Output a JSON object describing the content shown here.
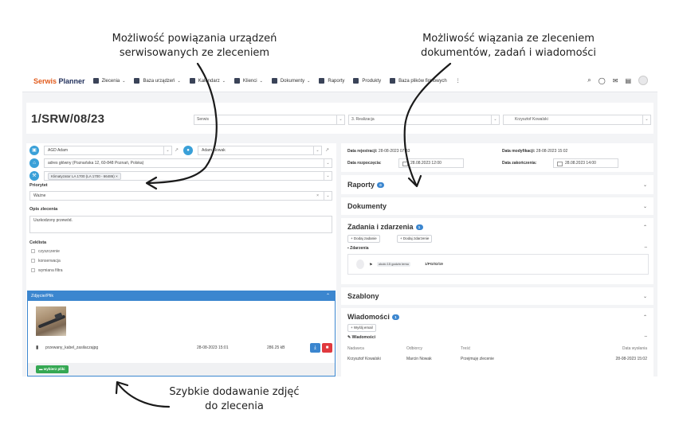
{
  "callouts": {
    "left": "Możliwość powiązania urządzeń serwisowanych ze zleceniem",
    "right": "Możliwość wiązania ze zleceniem dokumentów, zadań i wiadomości",
    "bottom": "Szybkie dodawanie zdjęć do zlecenia"
  },
  "nav": {
    "logo_part1": "Serwis",
    "logo_part2": "Planner",
    "items": [
      {
        "label": "Zlecenia",
        "chevron": "⌄"
      },
      {
        "label": "Baza urządzeń",
        "chevron": "⌄"
      },
      {
        "label": "Kalendarz",
        "chevron": "⌄"
      },
      {
        "label": "Klienci",
        "chevron": "⌄"
      },
      {
        "label": "Dokumenty",
        "chevron": "⌄"
      },
      {
        "label": "Raporty",
        "chevron": ""
      },
      {
        "label": "Produkty",
        "chevron": ""
      },
      {
        "label": "Baza plików firmowych",
        "chevron": ""
      }
    ],
    "more_icon": "⋮",
    "search_icon": "⌕",
    "chat_icon": "◯",
    "mail_icon": "✉",
    "doc_icon": "▤"
  },
  "header": {
    "order_number": "1/SRW/08/23",
    "type_select": "Serwis",
    "status_select": "3. Realizacja",
    "assignee_select": "Krzysztof Kowalski"
  },
  "left": {
    "client": "AGD Adam",
    "contact": "Adam Nowak",
    "address": "adres główny (Poznańska 12, 60-848 Poznań, Polska)",
    "device_chip": "Klimatyzator LA 1700 (LA 1700 - 66486)",
    "priority_label": "Priorytet",
    "priority_value": "Ważne",
    "description_label": "Opis zlecenia",
    "description_value": "Uszkodzony przewód.",
    "checklist_label": "Ceklista",
    "checklist": [
      "czyszczenie",
      "konserwacja",
      "wymiana filtra"
    ],
    "photo_panel_title": "Zdjęcie/Plik",
    "file": {
      "name": "przewany_kabel_zasilaczajpg",
      "date": "28-08-2023 15:01",
      "size": "286.25 kB"
    },
    "upload_button": "wybierz pliki"
  },
  "right": {
    "reg_label": "Data rejestracji:",
    "reg_value": "28-08-2023 07:33",
    "mod_label": "Data modyfikacji:",
    "mod_value": "28-08-2023 15:02",
    "start_label": "Data rozpoczęcia:",
    "start_value": "28.08.2023 12:00",
    "end_label": "Data zakończenia:",
    "end_value": "28.08.2023 14:00",
    "reports_title": "Raporty",
    "reports_count": "0",
    "documents_title": "Dokumenty",
    "tasks_title": "Zadania i zdarzenia",
    "tasks_count": "1",
    "add_task": "+ Dodaj zadanie",
    "add_event": "+ Dodaj zdarzenie",
    "events_label": "Zdarzenia",
    "event_time": "około 15 godzin temu",
    "event_ref": "1/PG/02/19",
    "templates_title": "Szablony",
    "messages_title": "Wiadomości",
    "messages_count": "1",
    "send_email": "+ Wyślij email",
    "messages_label": "Wiadomości",
    "table_headers": [
      "Nadawca",
      "Odbiorcy",
      "Treść",
      "Data wysłania"
    ],
    "table_row": [
      "Krzysztof Kowalski",
      "Marcin Nowak",
      "Przejmuję zlecenie",
      "28-08-2023 15:02"
    ]
  },
  "colors": {
    "accent": "#3b86cf",
    "logo_orange": "#e25b1c",
    "logo_navy": "#1f2e5a",
    "green": "#35a853",
    "danger": "#e0393e"
  }
}
